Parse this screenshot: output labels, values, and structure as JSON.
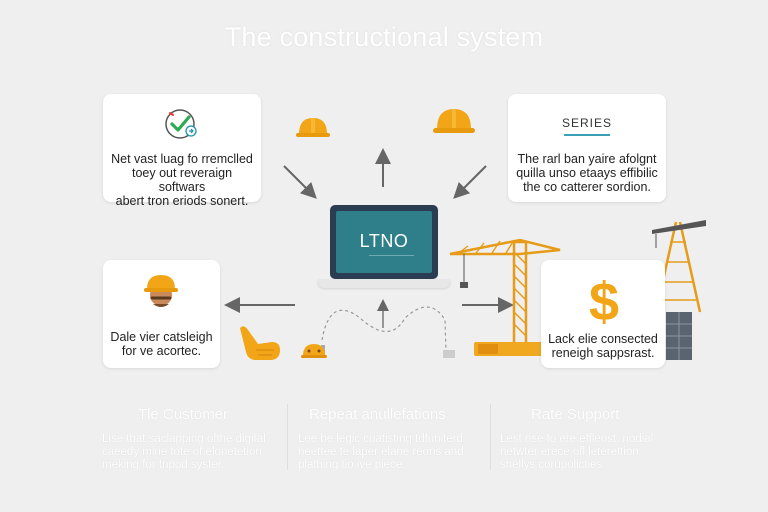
{
  "title": "The constructional system",
  "cards": {
    "top_left": {
      "text": "Net vast luag fo rremclled\ntoey out reveraign softwars\nabert tron eriods sonert.",
      "icon": "checkmark-badge-icon"
    },
    "top_right": {
      "heading": "SERIES",
      "text": "The rarl ban yaire afolgnt\nquilla unso etaays effibilic\nthe co catterer sordion."
    },
    "mid_left": {
      "text": "Dale vier catsleigh\nfor ve acortec.",
      "icon": "construction-worker-icon"
    },
    "mid_right": {
      "text": "Lack elie consected\nreneigh sappsrast.",
      "icon": "dollar-sign-icon"
    }
  },
  "laptop": {
    "logo": "LTNO",
    "sub": "—————————"
  },
  "columns": [
    {
      "heading": "Tle Customer",
      "text": "Lise that saclapping ofthe digital\ncaeedy mine tote of elonetetion\nmeking for tnpod syster."
    },
    {
      "heading": "Repeat anullefations",
      "text": "Lee be legic cuatisting tdfuniterd\nneettee te laper elane reons and\nplathing tio ive piece."
    },
    {
      "heading": "Rate Support",
      "text": "Lest rise to ere effleost, nodial\nnetwter erece ofl leterettion\nshellys corupolicties."
    }
  ],
  "colors": {
    "background": "#efefef",
    "accent_orange": "#f2a516",
    "teal": "#2f7f8a",
    "arrow_gray": "#666666"
  }
}
